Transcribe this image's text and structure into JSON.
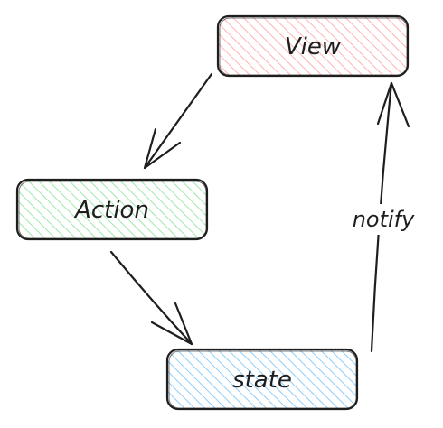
{
  "nodes": {
    "view": {
      "label": "View",
      "fill": "#ffc9c9"
    },
    "action": {
      "label": "Action",
      "fill": "#b2f2bb"
    },
    "state": {
      "label": "state",
      "fill": "#a5d8ff"
    }
  },
  "edges": {
    "view_to_action": {
      "label": ""
    },
    "action_to_state": {
      "label": ""
    },
    "state_to_view": {
      "label": "notify"
    }
  },
  "style": {
    "stroke": "#1e1e1e"
  }
}
